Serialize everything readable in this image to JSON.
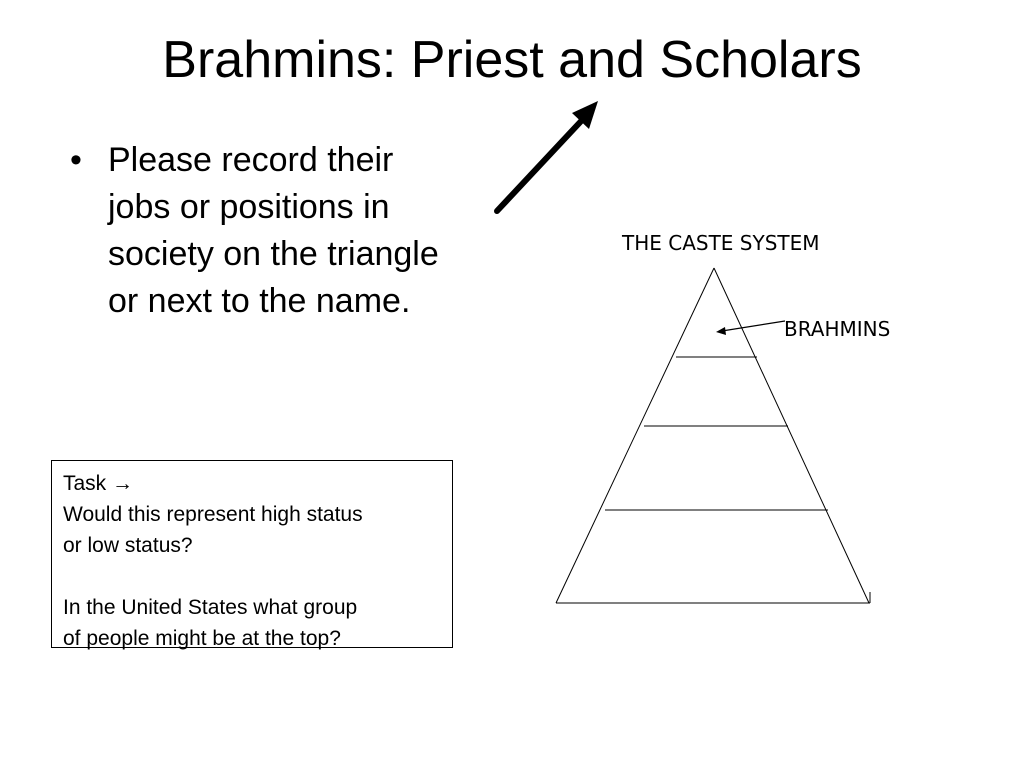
{
  "slide": {
    "title": "Brahmins: Priest and Scholars",
    "bullets": [
      {
        "marker": "•",
        "lines": [
          "Please record their",
          "jobs or positions in",
          "society on the triangle",
          "or next to the name."
        ]
      }
    ]
  },
  "task_box": {
    "heading": "Task",
    "heading_icon": "right-arrow-icon",
    "heading_glyph": "→",
    "question_1_lines": [
      "Would this represent high status",
      "or low status?"
    ],
    "question_2_lines": [
      "In the United States what group",
      "of people might be at the top?"
    ]
  },
  "diagram": {
    "title": "THE CASTE SYSTEM",
    "levels": [
      "BRAHMINS"
    ]
  },
  "colors": {
    "text": "#000000",
    "background": "#ffffff"
  }
}
